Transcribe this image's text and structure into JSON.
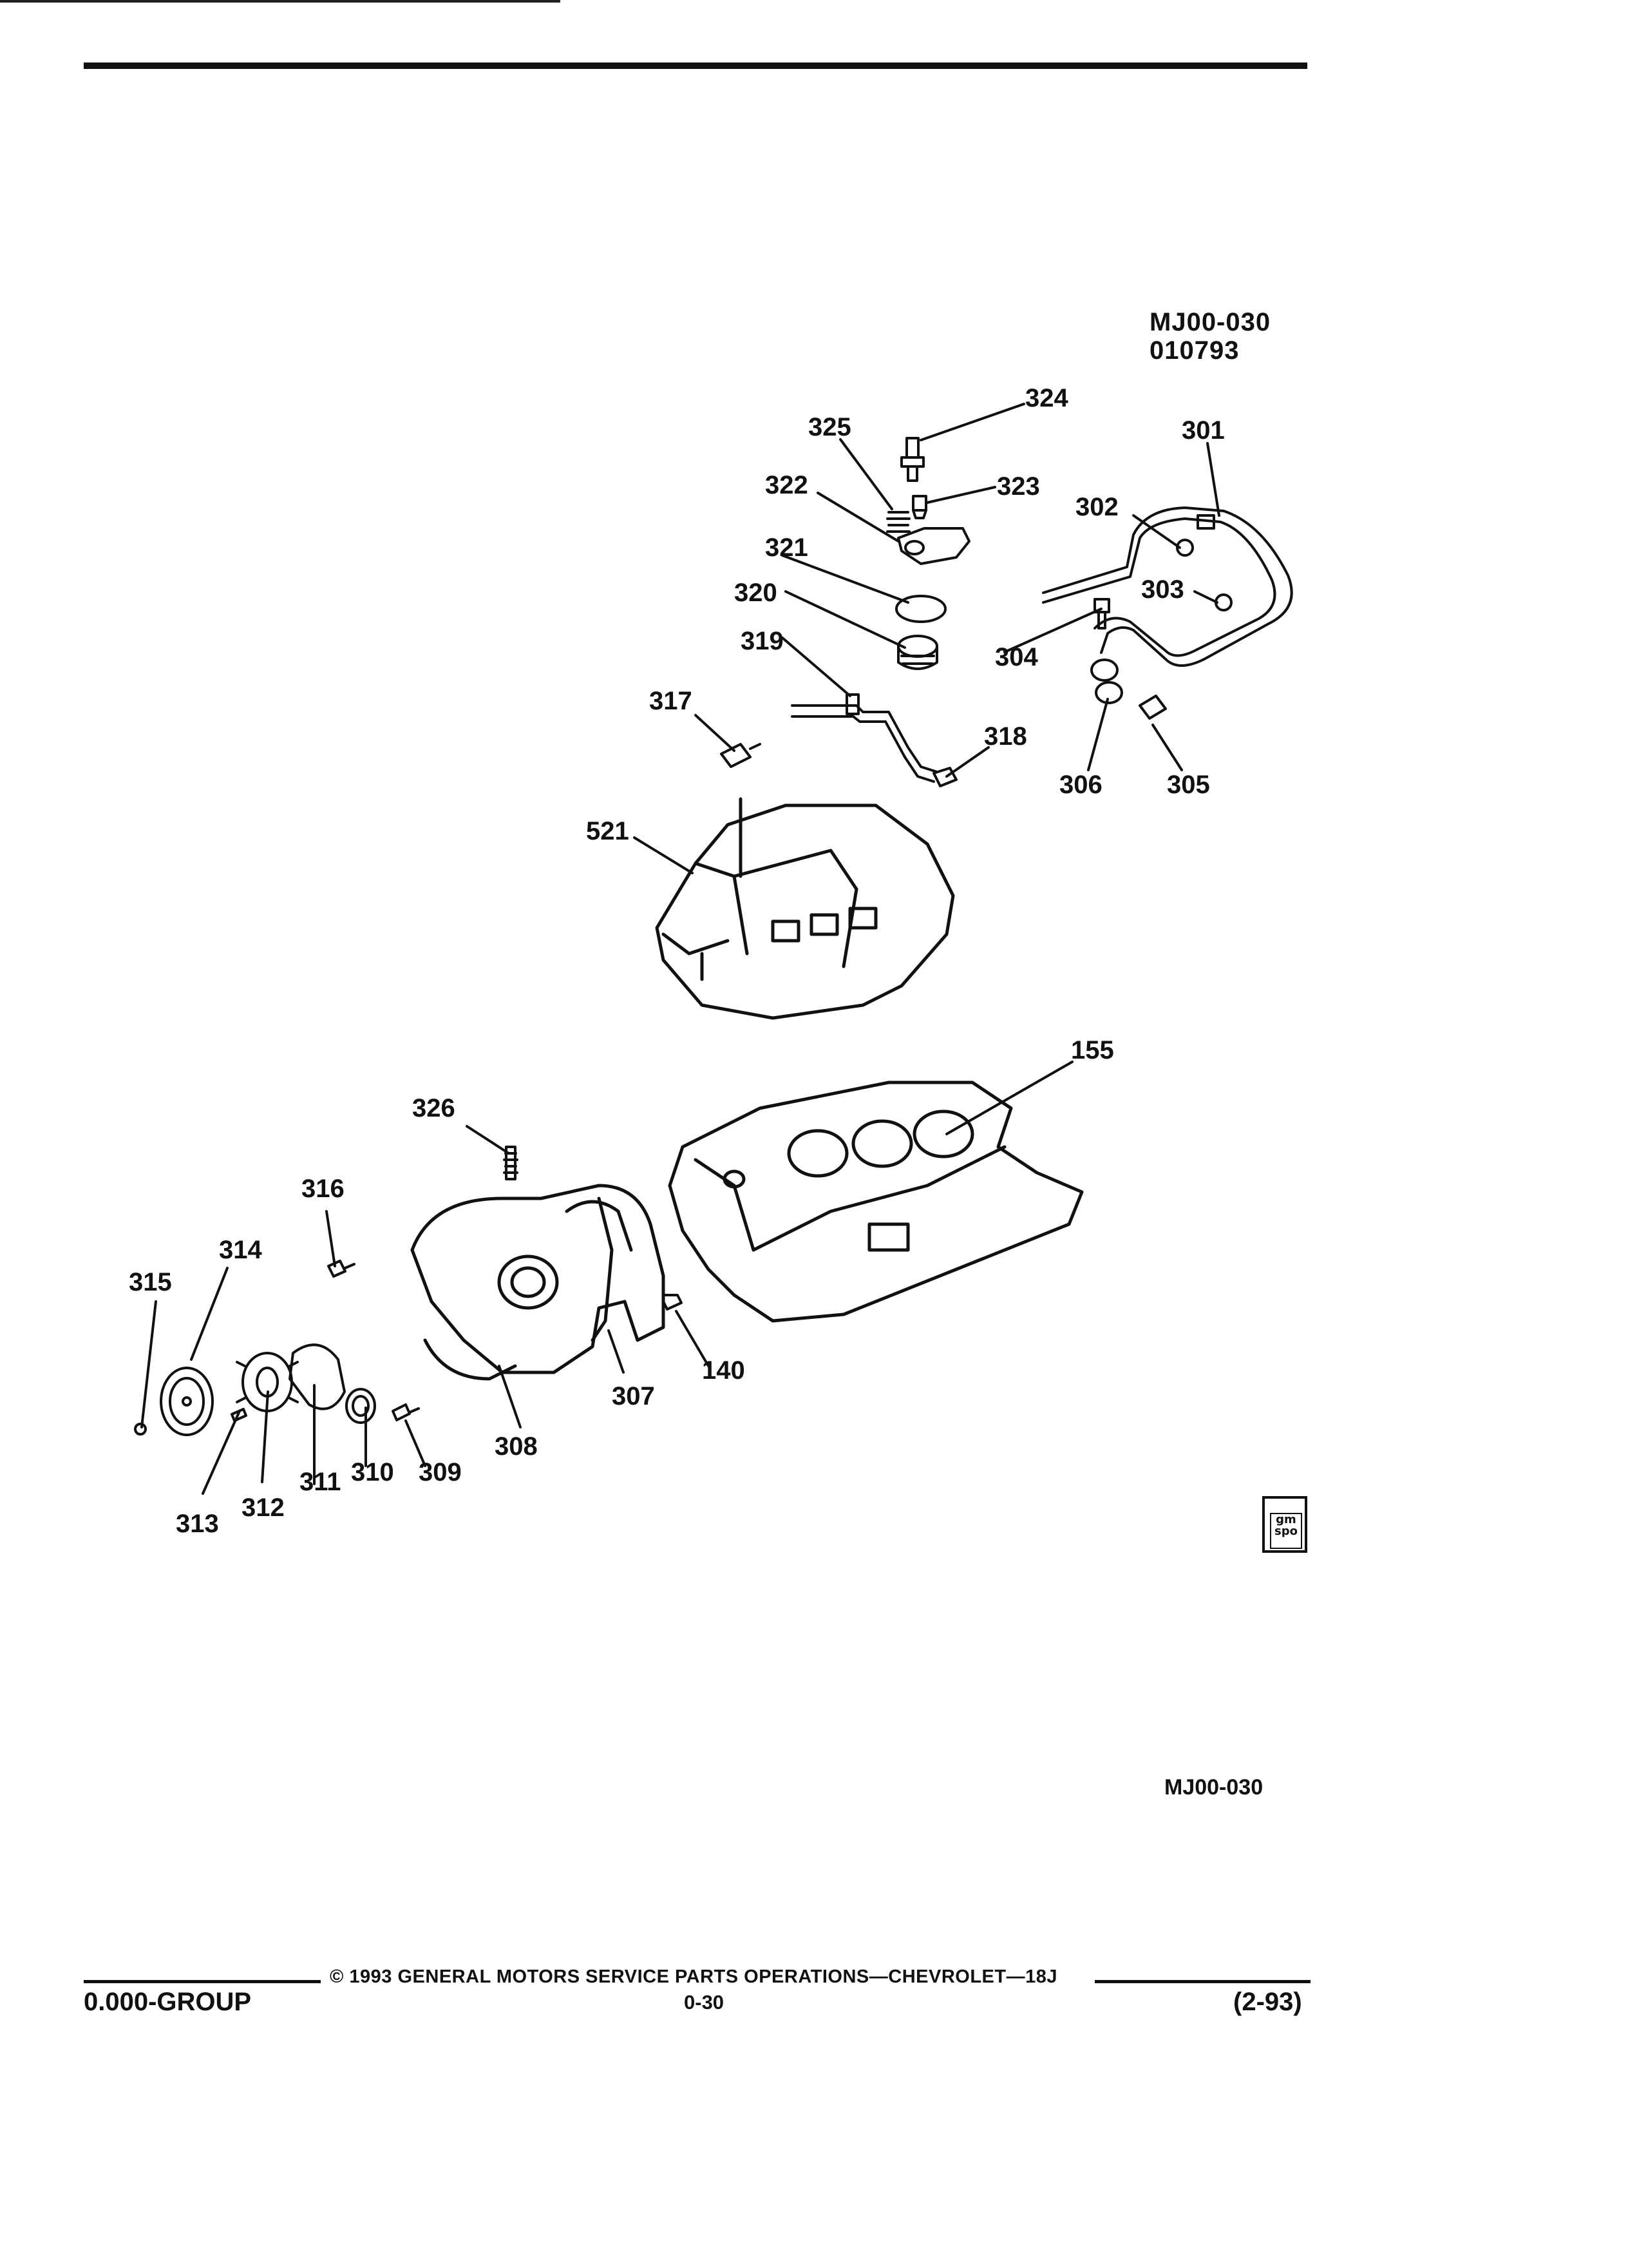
{
  "figure": {
    "code": "MJ00-030",
    "date": "010793",
    "bottom_code": "MJ00-030"
  },
  "callouts": {
    "c324": "324",
    "c325": "325",
    "c301": "301",
    "c322": "322",
    "c323": "323",
    "c302": "302",
    "c321": "321",
    "c320": "320",
    "c303": "303",
    "c319": "319",
    "c304": "304",
    "c317": "317",
    "c318": "318",
    "c306": "306",
    "c305": "305",
    "c521": "521",
    "c155": "155",
    "c326": "326",
    "c316": "316",
    "c314": "314",
    "c315": "315",
    "c140": "140",
    "c307": "307",
    "c308": "308",
    "c311": "311",
    "c310": "310",
    "c309": "309",
    "c312": "312",
    "c313": "313"
  },
  "footer": {
    "copyright": "© 1993 GENERAL MOTORS SERVICE PARTS OPERATIONS—CHEVROLET—18J",
    "group": "0.000-GROUP",
    "page": "0-30",
    "revision": "(2-93)"
  },
  "icons": {
    "stamp": "gm-spo-logo-icon"
  }
}
